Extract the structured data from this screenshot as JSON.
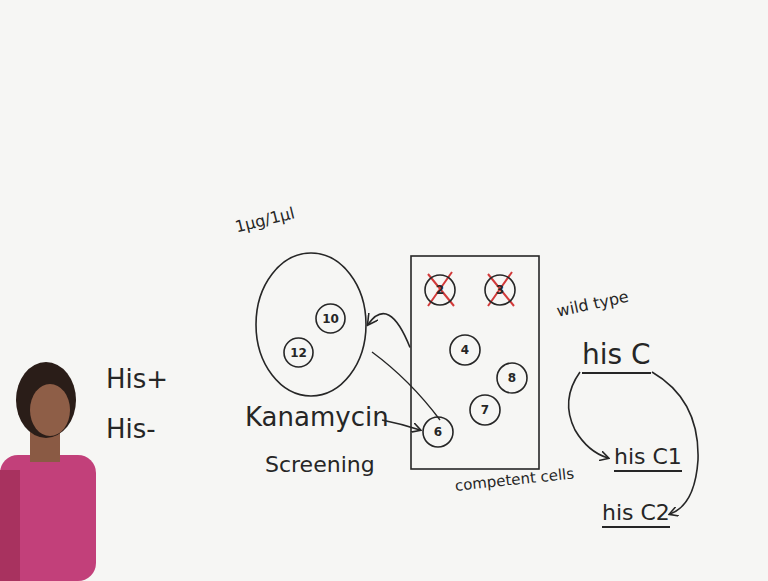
{
  "diagram": {
    "nodes": [
      {
        "text": [
          "1µg/1µl"
        ]
      },
      {
        "text": [
          "10"
        ],
        "in": 0
      },
      {
        "text": [
          "12"
        ],
        "in": 0
      },
      {
        "text": [
          "competent cells"
        ]
      },
      {
        "text": [
          "2"
        ],
        "in": 3
      },
      {
        "text": [
          "3"
        ],
        "in": 3
      },
      {
        "text": [
          "4"
        ],
        "in": 3
      },
      {
        "text": [
          "8"
        ],
        "in": 3
      },
      {
        "text": [
          "6"
        ],
        "in": 3
      },
      {
        "text": [
          "7"
        ],
        "in": 3
      }
    ],
    "edges": [
      {
        "from": 3,
        "to": 0,
        "arrow": "to"
      }
    ],
    "labels": [
      "His+",
      "His-",
      "Kanamycin",
      "Screening",
      "wild type",
      "his C",
      "his C1",
      "his C2"
    ]
  }
}
